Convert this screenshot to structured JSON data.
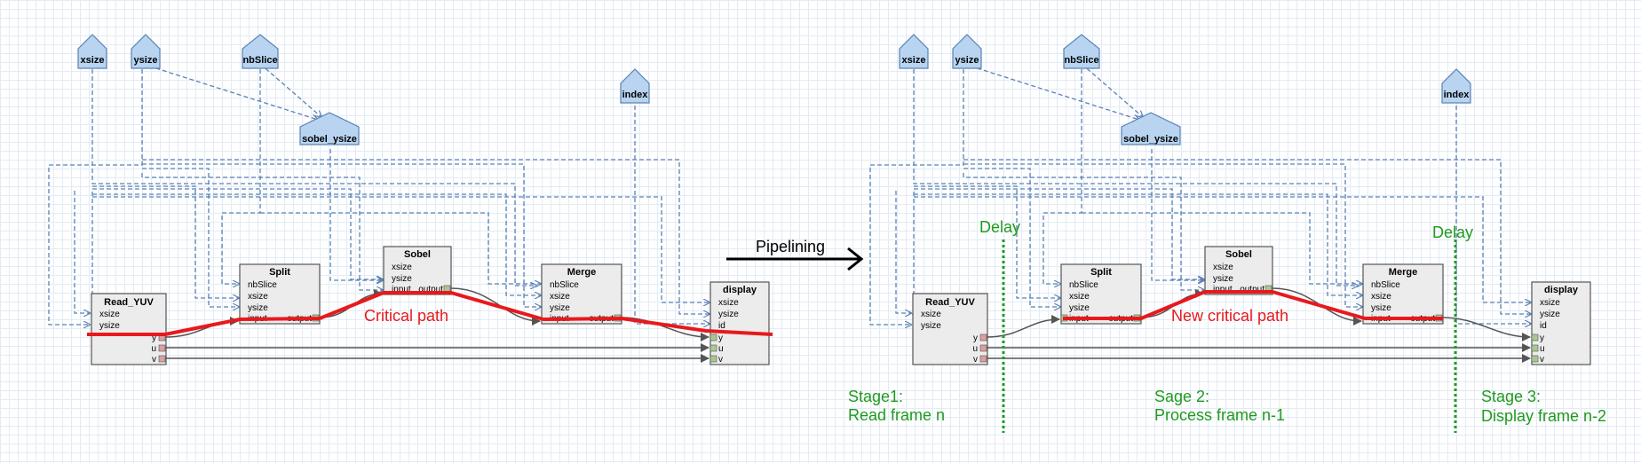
{
  "colors": {
    "grid": "#e3ebf5",
    "param_fill": "#b8d4f0",
    "param_stroke": "#5b82b5",
    "actor_fill": "#ececec",
    "actor_stroke": "#555555",
    "config_edge": "#5b82b5",
    "data_edge": "#555555",
    "critical_path": "#e8191c",
    "annotation_green": "#1f9a1f",
    "port_in": "#d9a0a0",
    "port_out": "#a8c890"
  },
  "left": {
    "params": [
      "xsize",
      "ysize",
      "nbSlice",
      "sobel_ysize",
      "index"
    ],
    "actors": {
      "read_yuv": {
        "title": "Read_YUV",
        "inputs": [
          "xsize",
          "ysize"
        ],
        "outputs": [
          "y",
          "u",
          "v"
        ]
      },
      "split": {
        "title": "Split",
        "inputs": [
          "nbSlice",
          "xsize",
          "ysize",
          "input"
        ],
        "output": "output"
      },
      "sobel": {
        "title": "Sobel",
        "inputs": [
          "xsize",
          "ysize",
          "input"
        ],
        "output": "output"
      },
      "merge": {
        "title": "Merge",
        "inputs": [
          "nbSlice",
          "xsize",
          "ysize",
          "input"
        ],
        "output": "output"
      },
      "display": {
        "title": "display",
        "inputs": [
          "xsize",
          "ysize",
          "id",
          "y",
          "u",
          "v"
        ]
      }
    },
    "critical_label": "Critical path"
  },
  "right": {
    "params": [
      "xsize",
      "ysize",
      "nbSlice",
      "sobel_ysize",
      "index"
    ],
    "actors": {
      "read_yuv": {
        "title": "Read_YUV",
        "inputs": [
          "xsize",
          "ysize"
        ],
        "outputs": [
          "y",
          "u",
          "v"
        ]
      },
      "split": {
        "title": "Split",
        "inputs": [
          "nbSlice",
          "xsize",
          "ysize",
          "input"
        ],
        "output": "output"
      },
      "sobel": {
        "title": "Sobel",
        "inputs": [
          "xsize",
          "ysize",
          "input"
        ],
        "output": "output"
      },
      "merge": {
        "title": "Merge",
        "inputs": [
          "nbSlice",
          "xsize",
          "ysize",
          "input"
        ],
        "output": "output"
      },
      "display": {
        "title": "display",
        "inputs": [
          "xsize",
          "ysize",
          "id",
          "y",
          "u",
          "v"
        ]
      }
    },
    "critical_label": "New critical path",
    "delay1": "Delay",
    "delay2": "Delay",
    "stage1": [
      "Stage1:",
      "Read frame n"
    ],
    "stage2": [
      "Sage 2:",
      "Process frame n-1"
    ],
    "stage3": [
      "Stage 3:",
      "Display frame n-2"
    ]
  },
  "arrow_label": "Pipelining"
}
